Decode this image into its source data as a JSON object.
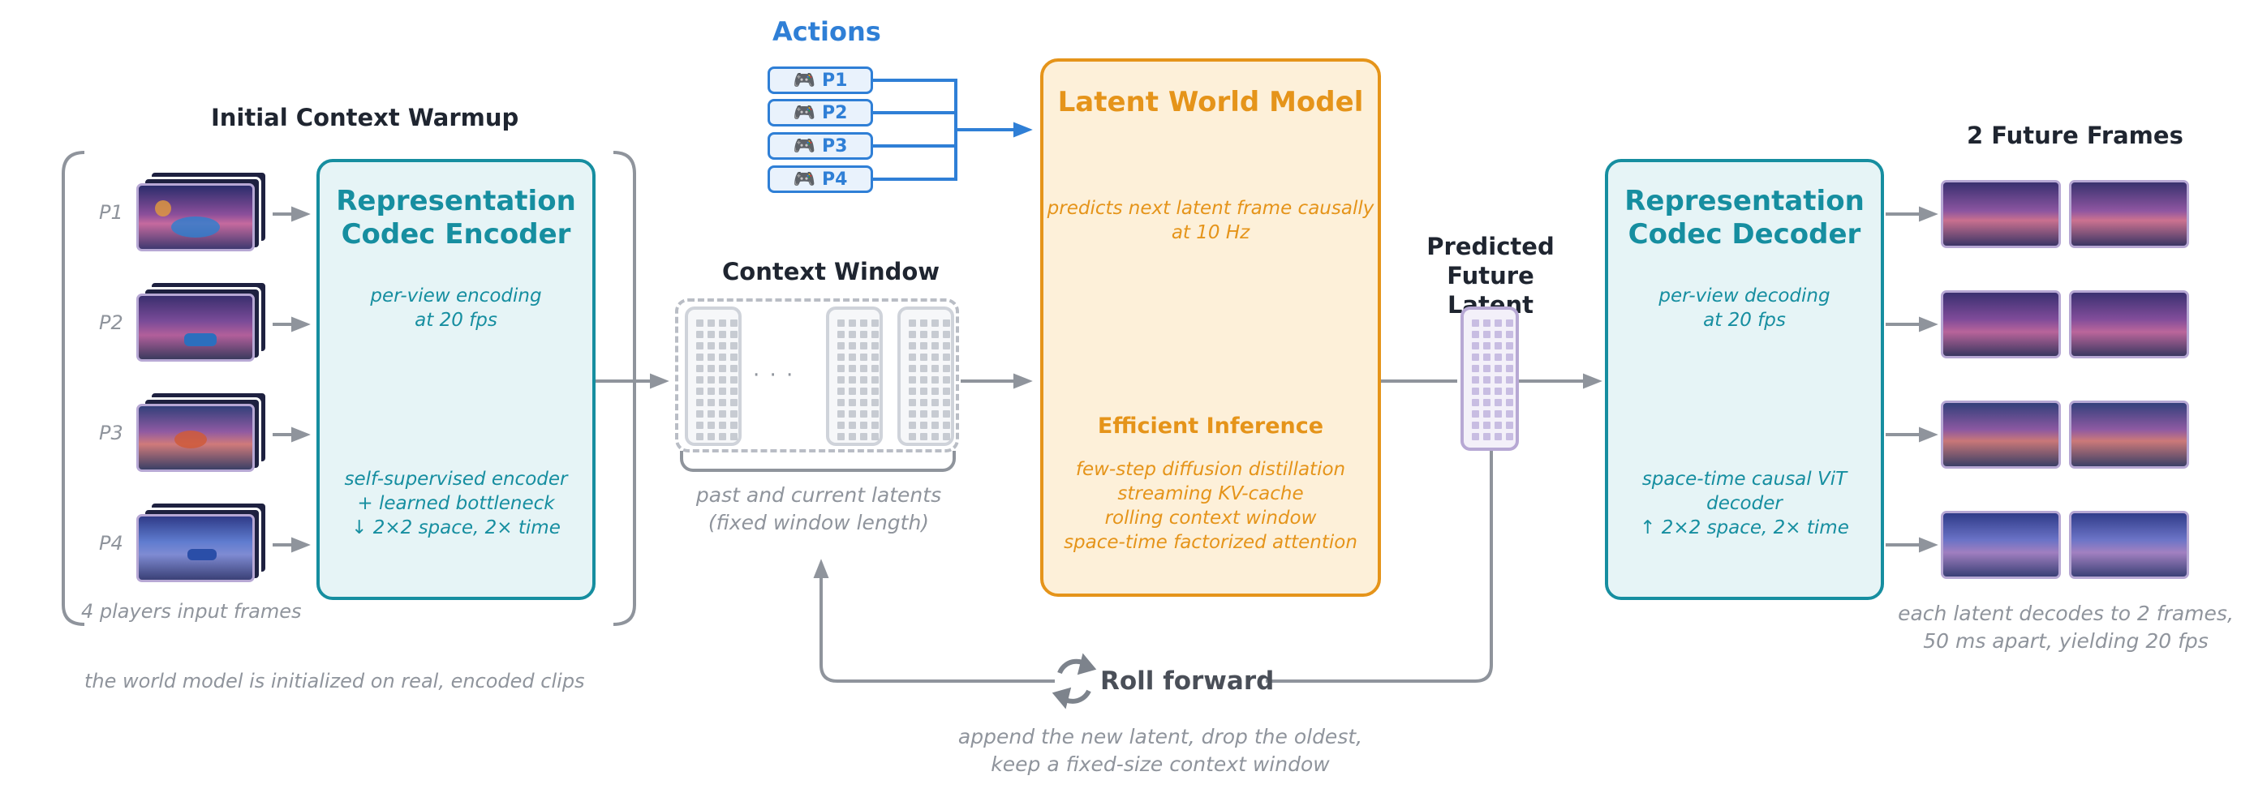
{
  "actions": {
    "title": "Actions",
    "items": [
      "P1",
      "P2",
      "P3",
      "P4"
    ]
  },
  "warmup": {
    "title": "Initial Context Warmup",
    "players": [
      "P1",
      "P2",
      "P3",
      "P4"
    ],
    "caption": "4 players input frames",
    "footer": "the world model is initialized on real, encoded clips"
  },
  "encoder": {
    "title_line1": "Representation",
    "title_line2": "Codec Encoder",
    "desc_line1": "per-view encoding",
    "desc_line2": "at 20 fps",
    "detail_line1": "self-supervised encoder",
    "detail_line2": "+ learned bottleneck",
    "detail_line3": "↓ 2×2 space, 2× time"
  },
  "context": {
    "title": "Context Window",
    "ellipsis": "· · ·",
    "caption_line1": "past and current latents",
    "caption_line2": "(fixed window length)"
  },
  "world_model": {
    "title": "Latent World Model",
    "desc_line1": "predicts next latent frame causally",
    "desc_line2": "at 10 Hz",
    "inference_title": "Efficient Inference",
    "inference_items": [
      "few-step diffusion distillation",
      "streaming KV-cache",
      "rolling context window",
      "space-time factorized attention"
    ]
  },
  "predicted": {
    "title_line1": "Predicted",
    "title_line2": "Future Latent"
  },
  "decoder": {
    "title_line1": "Representation",
    "title_line2": "Codec Decoder",
    "desc_line1": "per-view decoding",
    "desc_line2": "at 20 fps",
    "detail_line1": "space-time causal ViT decoder",
    "detail_line2": "↑ 2×2 space, 2× time"
  },
  "future": {
    "title": "2 Future Frames",
    "caption_line1": "each latent decodes to 2 frames,",
    "caption_line2": "50 ms apart, yielding 20 fps"
  },
  "roll": {
    "label": "Roll forward",
    "caption_line1": "append the new latent, drop the oldest,",
    "caption_line2": "keep a fixed-size context window"
  },
  "colors": {
    "teal": "#168ea0",
    "orange": "#e5941a",
    "blue": "#2f7fd6",
    "gray": "#8f949c",
    "lavender": "#b7a8d4"
  },
  "icons": [
    "gamepad-icon",
    "compress-icon",
    "expand-icon",
    "speedometer-icon",
    "refresh-icon"
  ]
}
